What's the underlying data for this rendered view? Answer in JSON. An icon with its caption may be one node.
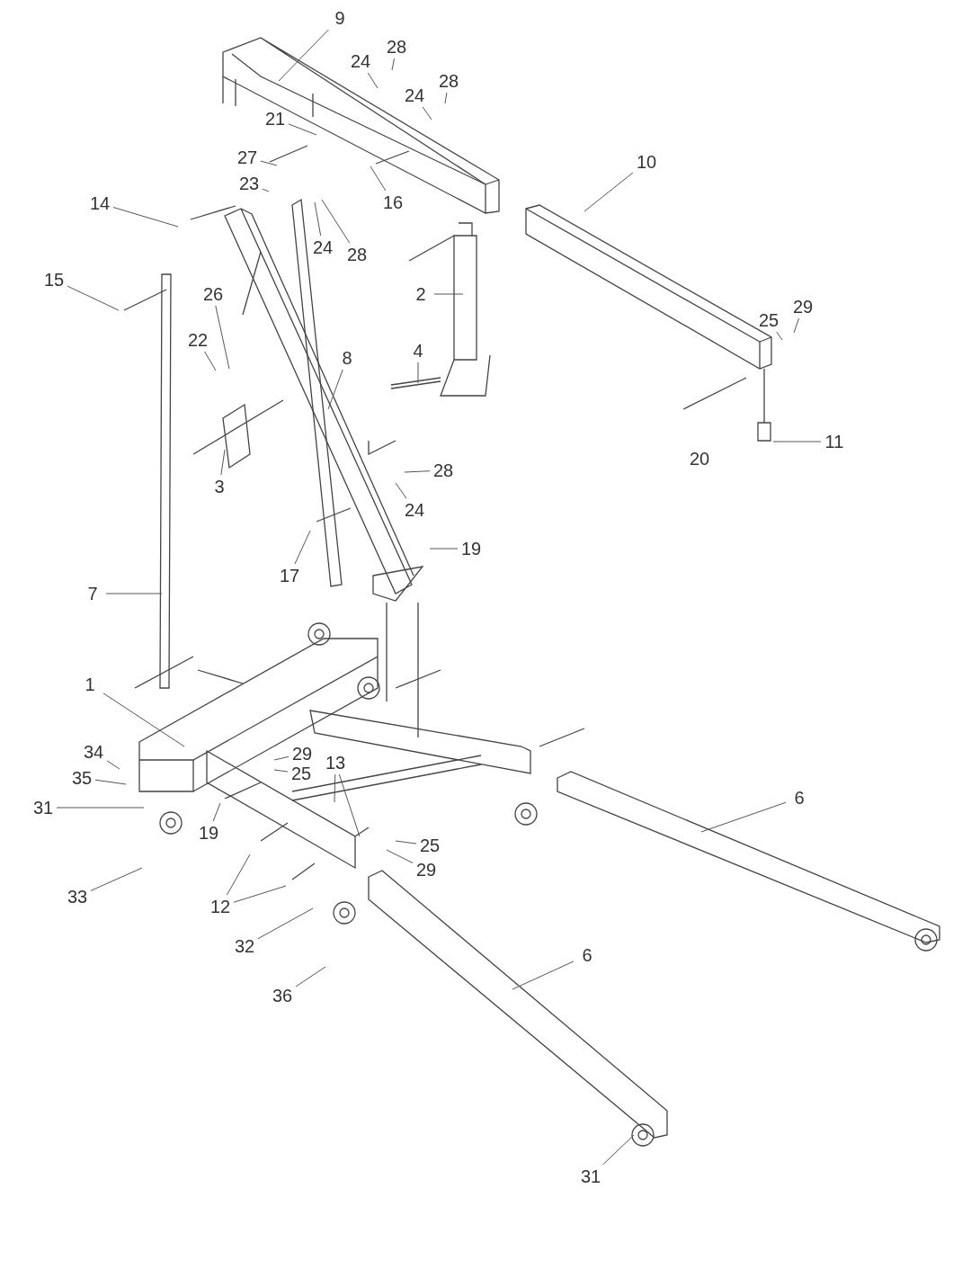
{
  "diagram": {
    "nodes": [
      {
        "text": [
          "9"
        ]
      },
      {
        "text": [
          "28"
        ]
      },
      {
        "text": [
          "24"
        ]
      },
      {
        "text": [
          "28"
        ]
      },
      {
        "text": [
          "24"
        ]
      },
      {
        "text": [
          "21"
        ]
      },
      {
        "text": [
          "27"
        ]
      },
      {
        "text": [
          "23"
        ]
      },
      {
        "text": [
          "16"
        ]
      },
      {
        "text": [
          "10"
        ]
      },
      {
        "text": [
          "14"
        ]
      },
      {
        "text": [
          "24"
        ]
      },
      {
        "text": [
          "28"
        ]
      },
      {
        "text": [
          "15"
        ]
      },
      {
        "text": [
          "26"
        ]
      },
      {
        "text": [
          "2"
        ]
      },
      {
        "text": [
          "29"
        ]
      },
      {
        "text": [
          "25"
        ]
      },
      {
        "text": [
          "22"
        ]
      },
      {
        "text": [
          "8"
        ]
      },
      {
        "text": [
          "4"
        ]
      },
      {
        "text": [
          "28"
        ]
      },
      {
        "text": [
          "11"
        ]
      },
      {
        "text": [
          "3"
        ]
      },
      {
        "text": [
          "24"
        ]
      },
      {
        "text": [
          "19"
        ]
      },
      {
        "text": [
          "17"
        ]
      },
      {
        "text": [
          "7"
        ]
      },
      {
        "text": [
          "1"
        ]
      },
      {
        "text": [
          "34"
        ]
      },
      {
        "text": [
          "29"
        ]
      },
      {
        "text": [
          "13"
        ]
      },
      {
        "text": [
          "35"
        ]
      },
      {
        "text": [
          "25"
        ]
      },
      {
        "text": [
          "6"
        ]
      },
      {
        "text": [
          "31"
        ]
      },
      {
        "text": [
          "19"
        ]
      },
      {
        "text": [
          "25"
        ]
      },
      {
        "text": [
          "29"
        ]
      },
      {
        "text": [
          "33"
        ]
      },
      {
        "text": [
          "12"
        ]
      },
      {
        "text": [
          "6"
        ]
      },
      {
        "text": [
          "32"
        ]
      },
      {
        "text": [
          "36"
        ]
      },
      {
        "text": [
          "31"
        ]
      }
    ],
    "edges": [
      {
        "from": 0,
        "to": null,
        "arrow": "none"
      },
      {
        "from": 1,
        "to": null,
        "arrow": "none"
      },
      {
        "from": 2,
        "to": null,
        "arrow": "none"
      },
      {
        "from": 3,
        "to": null,
        "arrow": "none"
      },
      {
        "from": 4,
        "to": null,
        "arrow": "none"
      },
      {
        "from": 5,
        "to": null,
        "arrow": "none"
      },
      {
        "from": 6,
        "to": null,
        "arrow": "none"
      },
      {
        "from": 7,
        "to": null,
        "arrow": "none"
      },
      {
        "from": 8,
        "to": null,
        "arrow": "none"
      },
      {
        "from": 9,
        "to": null,
        "arrow": "none"
      },
      {
        "from": 10,
        "to": null,
        "arrow": "none"
      },
      {
        "from": 11,
        "to": null,
        "arrow": "none"
      },
      {
        "from": 12,
        "to": null,
        "arrow": "none"
      },
      {
        "from": 13,
        "to": null,
        "arrow": "none"
      },
      {
        "from": 14,
        "to": null,
        "arrow": "none"
      },
      {
        "from": 15,
        "to": null,
        "arrow": "none"
      },
      {
        "from": 16,
        "to": null,
        "arrow": "none"
      },
      {
        "from": 17,
        "to": null,
        "arrow": "none"
      },
      {
        "from": 18,
        "to": null,
        "arrow": "none"
      },
      {
        "from": 19,
        "to": null,
        "arrow": "none"
      },
      {
        "from": 20,
        "to": null,
        "arrow": "none"
      },
      {
        "from": 21,
        "to": null,
        "arrow": "none"
      },
      {
        "from": 22,
        "to": null,
        "arrow": "none"
      },
      {
        "from": 23,
        "to": null,
        "arrow": "none"
      },
      {
        "from": 24,
        "to": null,
        "arrow": "none"
      },
      {
        "from": 25,
        "to": null,
        "arrow": "none"
      },
      {
        "from": 26,
        "to": null,
        "arrow": "none"
      },
      {
        "from": 27,
        "to": null,
        "arrow": "none"
      },
      {
        "from": 28,
        "to": null,
        "arrow": "none"
      },
      {
        "from": 29,
        "to": null,
        "arrow": "none"
      },
      {
        "from": 30,
        "to": null,
        "arrow": "none"
      },
      {
        "from": 31,
        "to": null,
        "arrow": "none"
      },
      {
        "from": 31,
        "to": null,
        "arrow": "none"
      },
      {
        "from": 32,
        "to": null,
        "arrow": "none"
      },
      {
        "from": 33,
        "to": null,
        "arrow": "none"
      },
      {
        "from": 34,
        "to": null,
        "arrow": "none"
      },
      {
        "from": 35,
        "to": null,
        "arrow": "none"
      },
      {
        "from": 36,
        "to": null,
        "arrow": "none"
      },
      {
        "from": 37,
        "to": null,
        "arrow": "none"
      },
      {
        "from": 38,
        "to": null,
        "arrow": "none"
      },
      {
        "from": 39,
        "to": null,
        "arrow": "none"
      },
      {
        "from": 40,
        "to": null,
        "arrow": "none"
      },
      {
        "from": 40,
        "to": null,
        "arrow": "none"
      },
      {
        "from": 41,
        "to": null,
        "arrow": "none"
      },
      {
        "from": 42,
        "to": null,
        "arrow": "none"
      },
      {
        "from": 43,
        "to": null,
        "arrow": "none"
      },
      {
        "from": 44,
        "to": null,
        "arrow": "none"
      }
    ],
    "labels": [
      "20"
    ]
  }
}
